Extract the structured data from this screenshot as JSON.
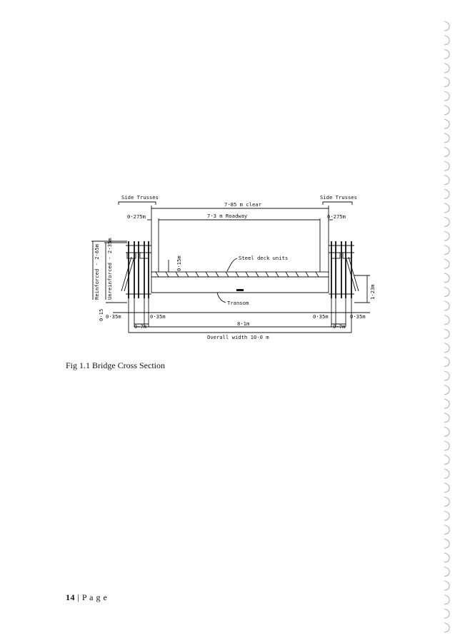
{
  "figure": {
    "labels": {
      "side_trusses_left": "Side Trusses",
      "side_trusses_right": "Side Trusses",
      "clear": "7·85 m  clear",
      "roadway": "7·3 m  Roadway",
      "dim_0275_left": "0·275m",
      "dim_0275_right": "0·275m",
      "reinforced": "Reinforced - 2·65m",
      "unreinforced": "Unreinforced - 2·35m",
      "dim_015_top": "0·15m",
      "steel_deck_units": "Steel  deck  units",
      "transom": "Transom",
      "dim_123": "1·23m",
      "dim_015_side": "0·15",
      "dim_035_l1": "0·35m",
      "dim_035_l2": "0·35m",
      "dim_035_r1": "0·35m",
      "dim_035_r2": "0·35m",
      "dim_07_left": "0·7m",
      "dim_07_right": "0·7m",
      "dim_81": "8·1m",
      "overall_width": "Overall  width  10·0 m"
    }
  },
  "caption": "Fig 1.1 Bridge Cross Section",
  "footer": {
    "page_number": "14",
    "separator": "|",
    "page_label": "P a g e"
  }
}
